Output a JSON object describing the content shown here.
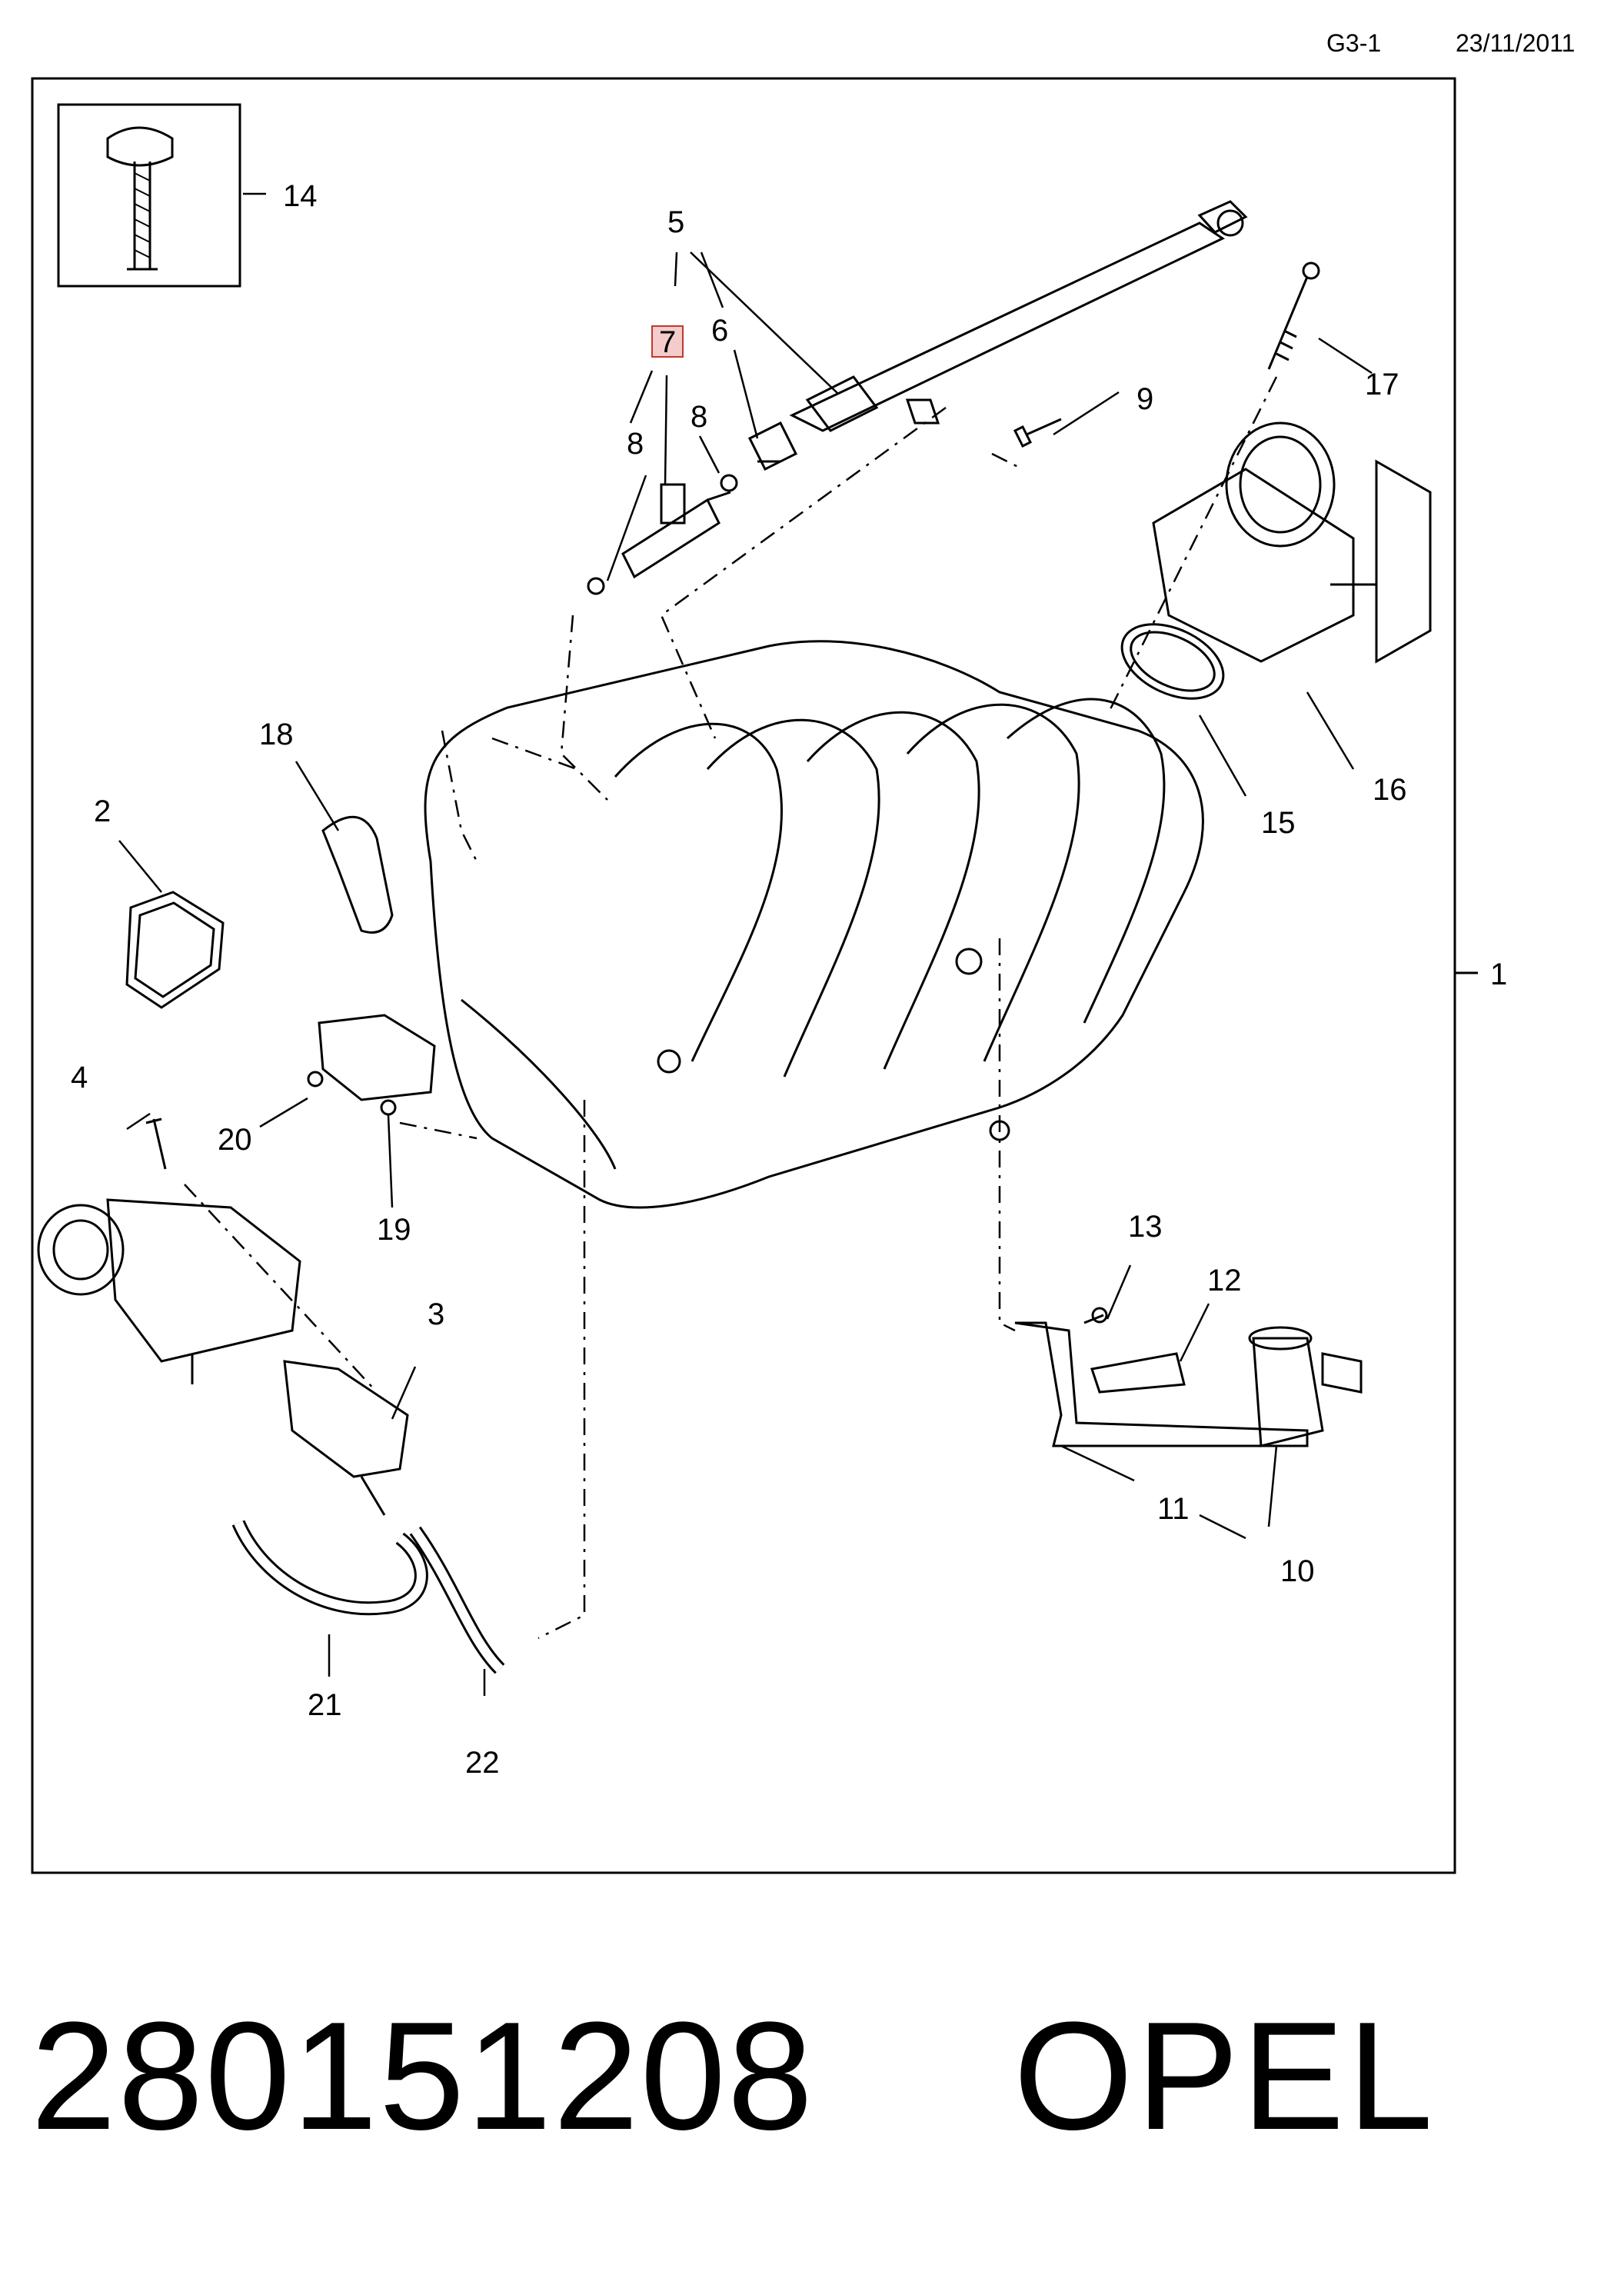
{
  "header": {
    "sheet": "G3-1",
    "date": "23/11/2011"
  },
  "callouts": [
    "1",
    "2",
    "3",
    "4",
    "5",
    "6",
    "7",
    "8",
    "8",
    "9",
    "10",
    "11",
    "12",
    "13",
    "14",
    "15",
    "16",
    "17",
    "18",
    "19",
    "20",
    "21",
    "22"
  ],
  "highlighted_callout": "7",
  "highlight_color": "#f4cccc",
  "highlight_border": "#c0392b",
  "footer": {
    "part_number": "280151208",
    "brand": "OPEL"
  }
}
